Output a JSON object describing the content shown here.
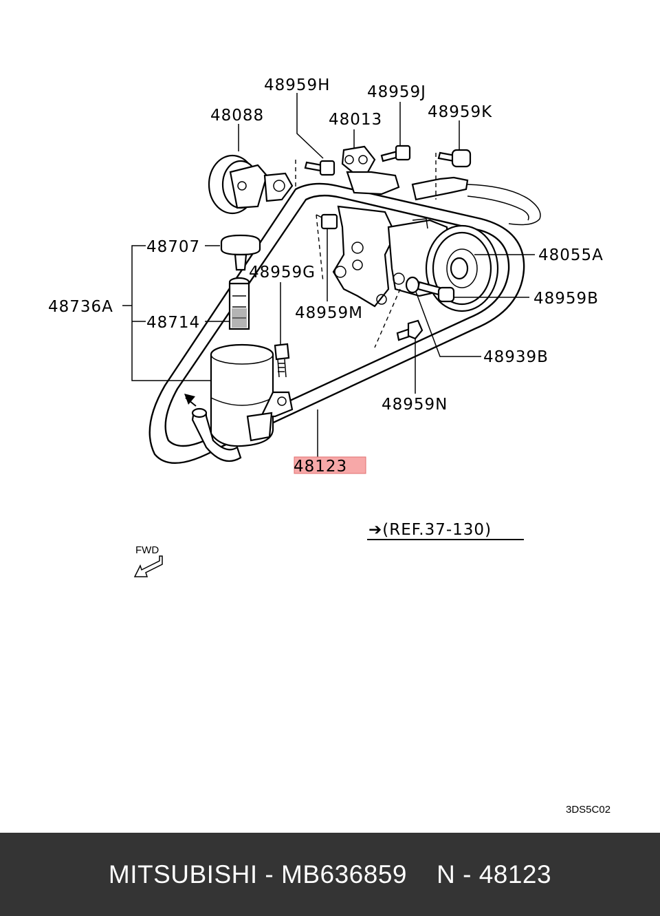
{
  "labels": {
    "p48959H": "48959H",
    "p48959J": "48959J",
    "p48088": "48088",
    "p48013": "48013",
    "p48959K": "48959K",
    "p48707": "48707",
    "p48959G": "48959G",
    "p48055A": "48055A",
    "p48736A": "48736A",
    "p48714": "48714",
    "p48959M": "48959M",
    "p48959B": "48959B",
    "p48939B": "48939B",
    "p48959N": "48959N",
    "p48123": "48123"
  },
  "reference": "➔(REF.37-130)",
  "fwd": "FWD",
  "diagram_code": "3DS5C02",
  "footer": {
    "title": "MITSUBISHI - MB636859    N - 48123"
  },
  "colors": {
    "highlight": "#f7a8a8",
    "highlight_border": "#e07070",
    "footer_bg": "#343434"
  }
}
